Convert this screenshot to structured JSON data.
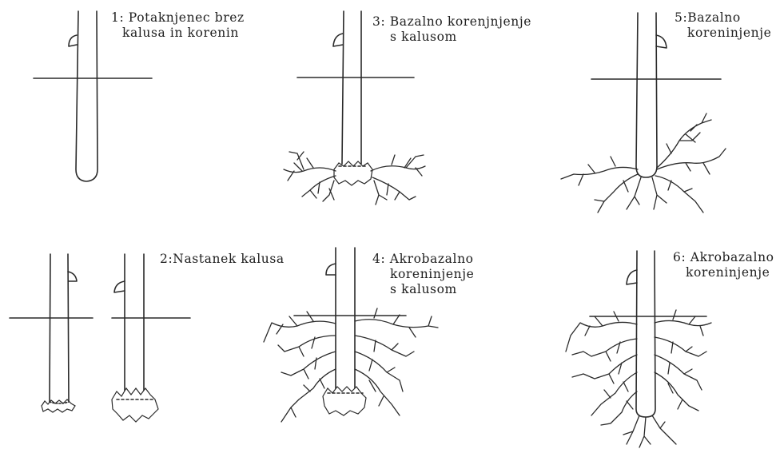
{
  "panels": [
    {
      "id": "p1",
      "lines": [
        "1: Potaknjenec brez",
        "kalusa in korenin"
      ]
    },
    {
      "id": "p2",
      "lines": [
        "2:Nastanek kalusa"
      ]
    },
    {
      "id": "p3",
      "lines": [
        "3: Bazalno korenjnjenje",
        "s kalusom"
      ]
    },
    {
      "id": "p4",
      "lines": [
        "4: Akrobazalno",
        "koreninjenje",
        "s kalusom"
      ]
    },
    {
      "id": "p5",
      "lines": [
        "5:Bazalno",
        "koreninjenje"
      ]
    },
    {
      "id": "p6",
      "lines": [
        "6: Akrobazalno",
        "koreninjenje"
      ]
    }
  ]
}
